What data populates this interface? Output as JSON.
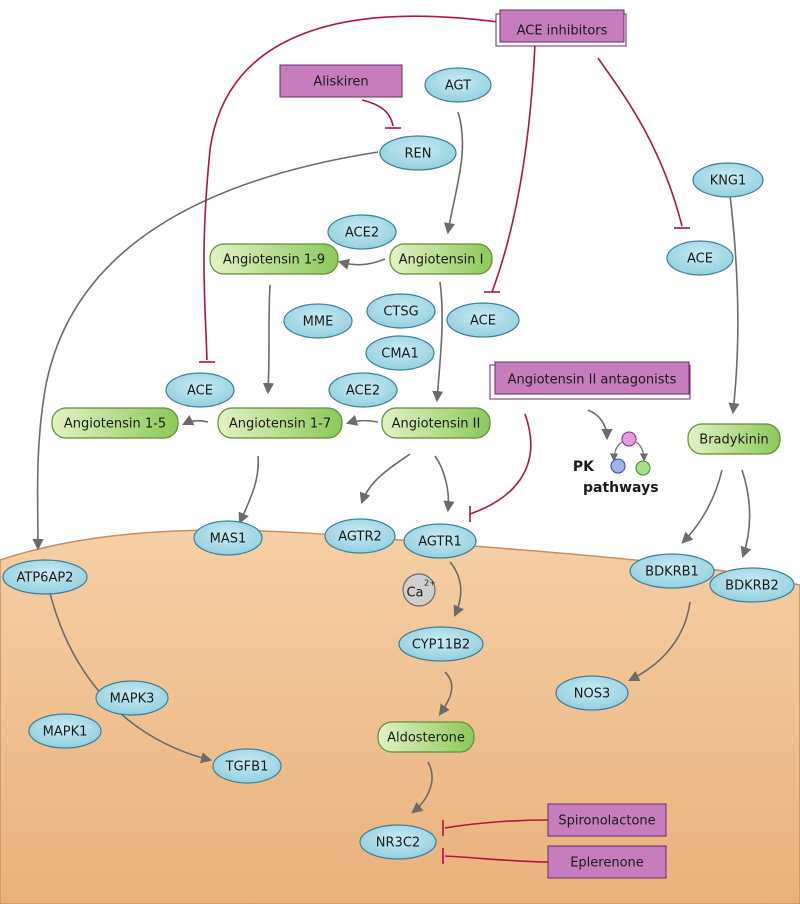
{
  "drugs": {
    "ace_inhibitors": "ACE inhibitors",
    "aliskiren": "Aliskiren",
    "angiotensin_ii_antagonists": "Angiotensin II antagonists",
    "spironolactone": "Spironolactone",
    "eplerenone": "Eplerenone"
  },
  "proteins": {
    "agt": "AGT",
    "ren": "REN",
    "kng1": "KNG1",
    "ace2_top": "ACE2",
    "ace_right": "ACE",
    "mme": "MME",
    "ctsg": "CTSG",
    "ace_mid": "ACE",
    "cma1": "CMA1",
    "ace_left": "ACE",
    "ace2_mid": "ACE2",
    "mas1": "MAS1",
    "agtr2": "AGTR2",
    "agtr1": "AGTR1",
    "atp6ap2": "ATP6AP2",
    "bdkrb1": "BDKRB1",
    "bdkrb2": "BDKRB2",
    "cyp11b2": "CYP11B2",
    "mapk3": "MAPK3",
    "mapk1": "MAPK1",
    "tgfb1": "TGFB1",
    "nos3": "NOS3",
    "nr3c2": "NR3C2"
  },
  "metabolites": {
    "angiotensin_1_9": "Angiotensin 1-9",
    "angiotensin_i": "Angiotensin I",
    "angiotensin_1_5": "Angiotensin 1-5",
    "angiotensin_1_7": "Angiotensin 1-7",
    "angiotensin_ii": "Angiotensin II",
    "bradykinin": "Bradykinin",
    "aldosterone": "Aldosterone"
  },
  "ion": {
    "base": "Ca",
    "charge": "2+"
  },
  "pk": {
    "line1": "PK",
    "line2": "pathways"
  },
  "colors": {
    "cell_fill": "#f3c9a0",
    "cell_stroke": "#c49063",
    "protein_fill": "#a9dbe6",
    "protein_stroke": "#3b7f96",
    "metabolite_fill": "#c4e49e",
    "metabolite_stroke": "#5f8e3a",
    "drug_fill": "#c77dbd",
    "drug_stroke": "#6a2a6a",
    "arrow": "#6b6b6b",
    "inhibit": "#b0163a"
  }
}
